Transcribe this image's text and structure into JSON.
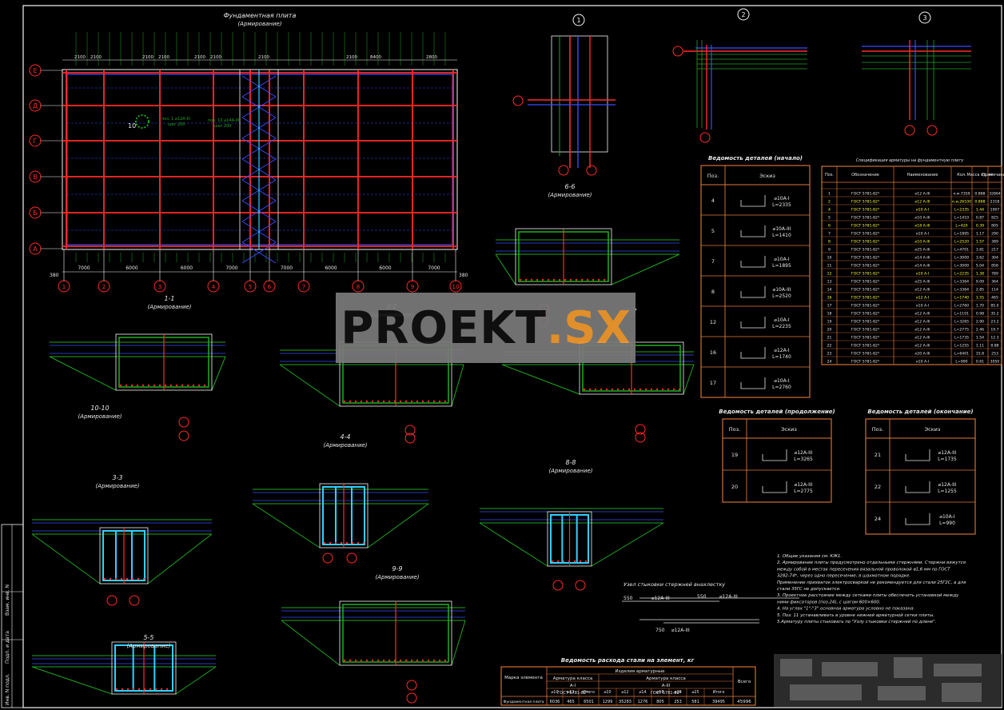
{
  "colors": {
    "bg": "#000000",
    "frame": "#f5f5f5",
    "red": "#ff2a2a",
    "blue": "#3b4bff",
    "green": "#1fa51f",
    "cyan": "#33d0ff",
    "text": "#e8e8e8",
    "table": "#e07a3a",
    "yellow": "#ffff33",
    "watermark_accent": "#f29a2e"
  },
  "plan": {
    "title": "Фундаментная плита",
    "subtitle": "(Армирование)",
    "axis_letters": [
      "Е",
      "Д",
      "Г",
      "В",
      "Б",
      "А"
    ],
    "axis_numbers": [
      "1",
      "2",
      "3",
      "4",
      "5",
      "6",
      "7",
      "8",
      "9",
      "10"
    ],
    "spans": [
      "7000",
      "6000",
      "6000",
      "7000",
      "7000",
      "6000",
      "6000",
      "7000"
    ],
    "dims_top": [
      "2100",
      "2100",
      "2100",
      "2100",
      "2100",
      "2100",
      "2100",
      "2100",
      "8400",
      "2800"
    ],
    "label_10": "10",
    "label_1_1": "1-1",
    "armir": "(Армирование)",
    "notes": [
      "поз. 1 ⌀12А-III",
      "шаг 200",
      "поз. 10 ⌀14А-III",
      "шаг 200"
    ],
    "end_dims": [
      "380",
      "380"
    ]
  },
  "sections": {
    "s1": {
      "label": "1"
    },
    "s2": {
      "label": "2"
    },
    "s3": {
      "label": "3"
    },
    "s66": {
      "label": "6-6",
      "sub": "(Армирование)"
    },
    "s22": {
      "label": "2-2",
      "sub": "(Армирование)"
    },
    "s77": {
      "label": "7-7"
    },
    "s1010": {
      "label": "10-10",
      "sub": "(Армирование)"
    },
    "s44": {
      "label": "4-4",
      "sub": "(Армирование)"
    },
    "s33": {
      "label": "3-3",
      "sub": "(Армирование)"
    },
    "s88": {
      "label": "8-8",
      "sub": "(Армирование)"
    },
    "s99": {
      "label": "9-9",
      "sub": "(Армирование)"
    },
    "s55": {
      "label": "5-5",
      "sub": "(Армирование)"
    }
  },
  "details_start": {
    "title": "Ведомость деталей (начало)",
    "head": [
      "Поз.",
      "Эскиз"
    ],
    "rows": [
      {
        "pos": "4",
        "d": "⌀10А-I",
        "l": "L=2335"
      },
      {
        "pos": "5",
        "d": "⌀10А-III",
        "l": "L=1410"
      },
      {
        "pos": "7",
        "d": "⌀10А-I",
        "l": "L=1895"
      },
      {
        "pos": "8",
        "d": "⌀10А-III",
        "l": "L=2520"
      },
      {
        "pos": "12",
        "d": "⌀10А-I",
        "l": "L=2235"
      },
      {
        "pos": "16",
        "d": "⌀12А-I",
        "l": "L=1740"
      },
      {
        "pos": "17",
        "d": "⌀10А-I",
        "l": "L=2760"
      }
    ]
  },
  "details_cont": {
    "title": "Ведомость деталей (продолжение)",
    "head": [
      "Поз.",
      "Эскиз"
    ],
    "rows": [
      {
        "pos": "19",
        "d": "⌀12А-III",
        "l": "L=3265"
      },
      {
        "pos": "20",
        "d": "⌀12А-III",
        "l": "L=2775"
      }
    ]
  },
  "details_end": {
    "title": "Ведомость деталей (окончание)",
    "head": [
      "Поз.",
      "Эскиз"
    ],
    "rows": [
      {
        "pos": "21",
        "d": "⌀12А-III",
        "l": "L=1735"
      },
      {
        "pos": "22",
        "d": "⌀12А-III",
        "l": "L=1255"
      },
      {
        "pos": "24",
        "d": "⌀10А-I",
        "l": "L=990"
      }
    ]
  },
  "spec": {
    "title": "Спецификация арматуры на фундаментную плиту",
    "head": [
      "Поз.",
      "Обозначение",
      "Наименование",
      "Кол.",
      "Масса ед. кг",
      "Примечание"
    ],
    "rows": [
      [
        "1",
        "ГОСТ 5781-82*",
        "⌀12 А-III",
        "п.м.7359",
        "0.888",
        "32864"
      ],
      [
        "2",
        "ГОСТ 5781-82*",
        "⌀12 А-III",
        "п.м.26100",
        "0.888",
        "2318"
      ],
      [
        "4",
        "ГОСТ 5781-82*",
        "⌀10 А-I",
        "L=2335",
        "1.44",
        "1907"
      ],
      [
        "5",
        "ГОСТ 5781-82*",
        "⌀10 А-III",
        "L=1410",
        "0.87",
        "825"
      ],
      [
        "6",
        "ГОСТ 5781-82*",
        "⌀18 А-III",
        "L=420",
        "0.39",
        "805"
      ],
      [
        "7",
        "ГОСТ 5781-82*",
        "⌀10 А-I",
        "L=1895",
        "1.17",
        "290"
      ],
      [
        "8",
        "ГОСТ 5781-82*",
        "⌀10 А-III",
        "L=2520",
        "1.57",
        "389"
      ],
      [
        "9",
        "ГОСТ 5781-82*",
        "⌀25 А-III",
        "L=4701",
        "3.81",
        "217"
      ],
      [
        "10",
        "ГОСТ 5781-82*",
        "⌀14 А-III",
        "L=3009",
        "3.62",
        "304"
      ],
      [
        "11",
        "ГОСТ 5781-82*",
        "⌀14 А-III",
        "L=3009",
        "5.04",
        "858"
      ],
      [
        "12",
        "ГОСТ 5781-82*",
        "⌀10 А-I",
        "L=2235",
        "1.38",
        "789"
      ],
      [
        "13",
        "ГОСТ 5781-82*",
        "⌀25 А-III",
        "L=3364",
        "9.09",
        "364"
      ],
      [
        "14",
        "ГОСТ 5781-82*",
        "⌀12 А-III",
        "L=3364",
        "2.85",
        "114"
      ],
      [
        "16",
        "ГОСТ 5781-82*",
        "⌀12 А-I",
        "L=1740",
        "1.55",
        "465"
      ],
      [
        "17",
        "ГОСТ 5781-82*",
        "⌀10 А-I",
        "L=2760",
        "1.70",
        "85.0"
      ],
      [
        "18",
        "ГОСТ 5781-82*",
        "⌀12 А-III",
        "L=1101",
        "0.98",
        "35.2"
      ],
      [
        "19",
        "ГОСТ 5781-82*",
        "⌀12 А-III",
        "L=3265",
        "2.90",
        "23.2"
      ],
      [
        "20",
        "ГОСТ 5781-82*",
        "⌀12 А-III",
        "L=2775",
        "2.46",
        "19.7"
      ],
      [
        "21",
        "ГОСТ 5781-82*",
        "⌀12 А-III",
        "L=1735",
        "1.54",
        "12.3"
      ],
      [
        "22",
        "ГОСТ 5781-82*",
        "⌀12 А-III",
        "L=1255",
        "1.11",
        "8.88"
      ],
      [
        "23",
        "ГОСТ 5781-82*",
        "⌀20 А-III",
        "L=6401",
        "15.8",
        "253"
      ],
      [
        "24",
        "ГОСТ 5781-82*",
        "⌀10 А-I",
        "L=990",
        "0.61",
        "3050"
      ]
    ]
  },
  "steel": {
    "title": "Ведомость расхода стали на элемент, кг",
    "h_mark": "Марка элемента",
    "h_items": "Изделия арматурные",
    "h_a1": "Арматура класса",
    "a1": "А-I",
    "gost": "ГОСТ 5781-82*",
    "h_a3": "Арматура класса",
    "a3": "А-III",
    "h_total": "Всего",
    "cols": [
      "⌀10",
      "⌀12",
      "Итого",
      "⌀10",
      "⌀12",
      "⌀14",
      "⌀18",
      "⌀20",
      "⌀25",
      "Итого"
    ],
    "row_name": "Фундаментная плита",
    "row_vals": [
      "6036",
      "465",
      "6501",
      "1299",
      "35283",
      "1276",
      "805",
      "253",
      "581",
      "39495"
    ],
    "row_total": "45996"
  },
  "node": {
    "title": "Узел стыковки стержней внахлестку",
    "d1": "550",
    "t1": "⌀12А-III",
    "d2": "550",
    "t2": "⌀12А-III",
    "d3": "750",
    "t3": "⌀12А-III"
  },
  "notes": [
    "1. Общие указания см. КЖ1.",
    "2. Армирование плиты предусмотрено отдельными стержнями. Стержни вяжутся",
    "между собой в местах пересечения вязальной проволокой ⌀1,6 мм по ГОСТ",
    "3282-74*, через одно пересечение, в шахматном порядке.",
    "Применение прихваток электросваркой не рекомендуется для стали 25Г2С, а для",
    "стали 35ГС не допускается.",
    "3. Проектное расстояние между сетками плиты обеспечить установкой между",
    "ними фиксаторов (поз.24), с шагом 600×600.",
    "4. На углах \"1\"-\"3\" основная арматура условно не показана.",
    "5. Поз. 11 устанавливать в уровне нижней арматурной сетки плиты.",
    "5.Арматуру плиты стыковать по \"Узлу стыковки стержней по длине\"."
  ],
  "watermark": {
    "text": "PROEKT",
    "dot": ".",
    "accent": "SX"
  },
  "stamp": {
    "labels": [
      "Инв. N подл.",
      "Подп. и дата",
      "Взам. инв. N"
    ]
  }
}
